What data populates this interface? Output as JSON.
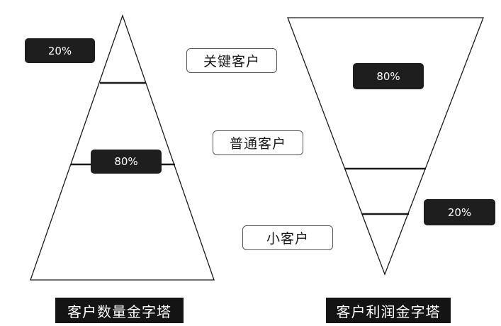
{
  "left_pyramid": {
    "top_percent": "20%",
    "bottom_percent": "80%",
    "caption": "客户数量金字塔"
  },
  "right_pyramid": {
    "top_percent": "80%",
    "bottom_percent": "20%",
    "caption": "客户利润金字塔"
  },
  "tiers": {
    "key": "关键客户",
    "normal": "普通客户",
    "small": "小客户"
  },
  "colors": {
    "line": "#1a1a1a",
    "label_dark": "#1e1e1e",
    "label_text": "#ffffff"
  }
}
